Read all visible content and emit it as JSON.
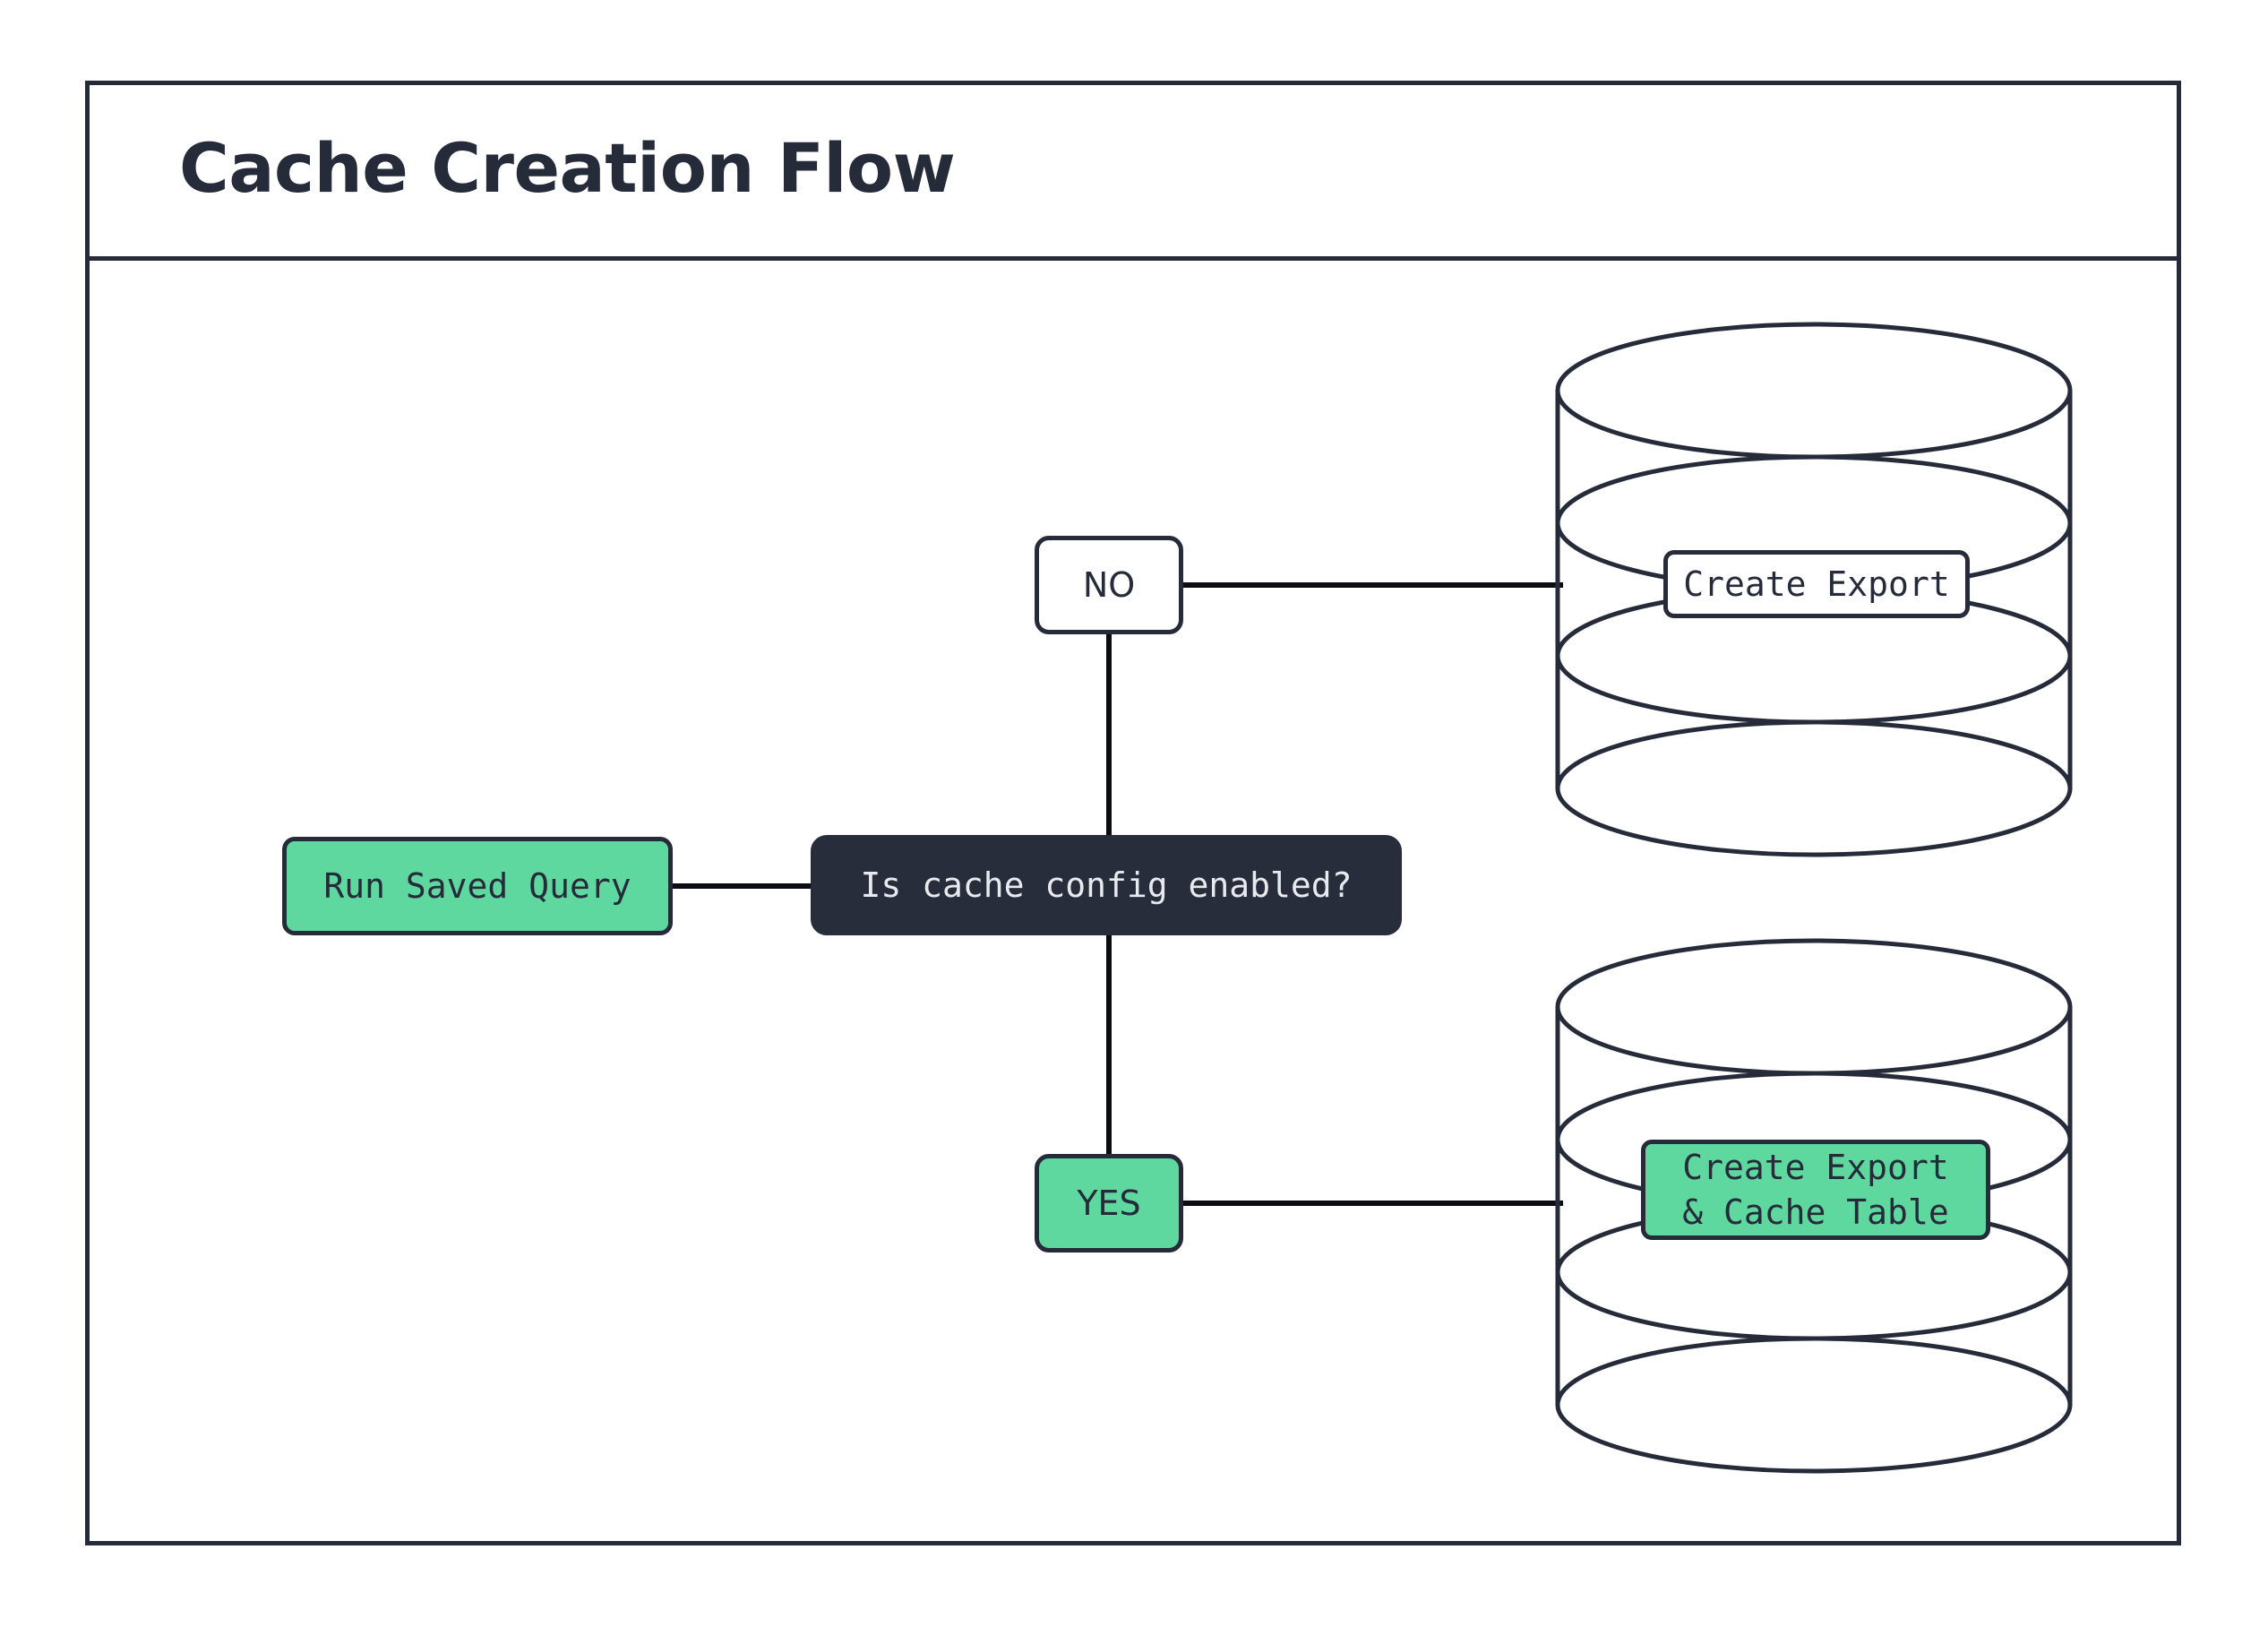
{
  "frame": {
    "title": "Cache Creation Flow"
  },
  "colors": {
    "ink": "#262B3A",
    "dark_node_bg": "#282D3C",
    "dark_node_text": "#E8EAEE",
    "green": "#5FD8A0",
    "white": "#FFFFFF",
    "canvas": "#FFFFFF"
  },
  "nodes": {
    "run_saved_query": {
      "label": "Run Saved Query",
      "style": "green"
    },
    "decision": {
      "label": "Is cache config enabled?",
      "style": "dark"
    },
    "branch_no": {
      "label": "NO",
      "style": "white"
    },
    "branch_yes": {
      "label": "YES",
      "style": "green"
    },
    "create_export": {
      "label": "Create Export",
      "style": "white",
      "container": "database-cylinder"
    },
    "create_export_cache_table": {
      "label": "Create Export\n& Cache Table",
      "style": "green",
      "container": "database-cylinder"
    }
  },
  "edges": [
    {
      "from": "run_saved_query",
      "to": "decision",
      "label": ""
    },
    {
      "from": "decision",
      "to": "branch_no",
      "label": ""
    },
    {
      "from": "branch_no",
      "to": "create_export",
      "label": ""
    },
    {
      "from": "decision",
      "to": "branch_yes",
      "label": ""
    },
    {
      "from": "branch_yes",
      "to": "create_export_cache_table",
      "label": ""
    }
  ],
  "chart_data": {
    "type": "diagram",
    "title": "Cache Creation Flow",
    "diagram_kind": "flowchart",
    "direction": "left-to-right",
    "nodes": [
      {
        "id": "run_saved_query",
        "text": "Run Saved Query",
        "shape": "rounded-rect",
        "fill": "#5FD8A0"
      },
      {
        "id": "decision",
        "text": "Is cache config enabled?",
        "shape": "rounded-rect",
        "fill": "#282D3C"
      },
      {
        "id": "branch_no",
        "text": "NO",
        "shape": "rounded-rect",
        "fill": "#FFFFFF"
      },
      {
        "id": "branch_yes",
        "text": "YES",
        "shape": "rounded-rect",
        "fill": "#5FD8A0"
      },
      {
        "id": "create_export",
        "text": "Create Export",
        "shape": "database-cylinder",
        "fill": "#FFFFFF"
      },
      {
        "id": "create_export_cache_table",
        "text": "Create Export & Cache Table",
        "shape": "database-cylinder",
        "fill": "#5FD8A0"
      }
    ],
    "edges": [
      {
        "source": "run_saved_query",
        "target": "decision"
      },
      {
        "source": "decision",
        "target": "branch_no"
      },
      {
        "source": "branch_no",
        "target": "create_export"
      },
      {
        "source": "decision",
        "target": "branch_yes"
      },
      {
        "source": "branch_yes",
        "target": "create_export_cache_table"
      }
    ]
  }
}
